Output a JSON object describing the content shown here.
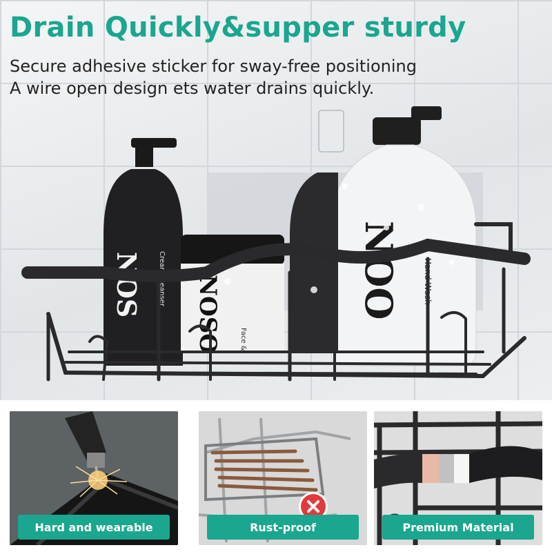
{
  "headline": "Drain Quickly&supper sturdy",
  "subtitle_lines": [
    "Secure adhesive sticker for sway-free positioning",
    "A wire open design ets water drains quickly."
  ],
  "product_labels": {
    "large_bottle_brand": "NOO",
    "large_bottle_type": "Hand Wash",
    "small_bottle_brand": "NOS",
    "small_bottle_type": "Cream Cleanser",
    "jar_brand": "NOSO",
    "jar_type": "Face &"
  },
  "features": [
    {
      "label": "Hard and wearable",
      "icon": "drill-icon"
    },
    {
      "label": "Rust-proof",
      "icon": "no-rust-icon"
    },
    {
      "label": "Premium Material",
      "icon": "coating-layers-icon"
    }
  ],
  "colors": {
    "accent": "#1aa68f",
    "rack": "#2a2a2c",
    "no_symbol": "#e23a3a"
  }
}
